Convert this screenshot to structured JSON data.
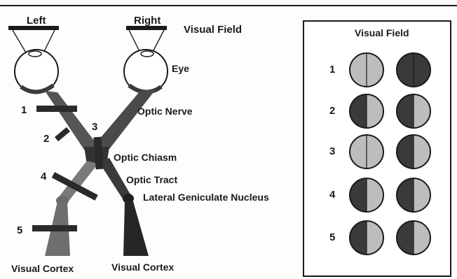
{
  "labels": {
    "left": "Left",
    "right": "Right",
    "visual_field": "Visual Field",
    "eye": "Eye",
    "optic_nerve": "Optic Nerve",
    "optic_chiasm": "Optic Chiasm",
    "optic_tract": "Optic Tract",
    "lgn": "Lateral Geniculate Nucleus",
    "cortex_left": "Visual Cortex",
    "cortex_right": "Visual Cortex"
  },
  "lesions": [
    {
      "number": "1"
    },
    {
      "number": "2"
    },
    {
      "number": "3"
    },
    {
      "number": "4"
    },
    {
      "number": "5"
    }
  ],
  "panel": {
    "title": "Visual Field",
    "rows": [
      {
        "number": "1",
        "left_eye": {
          "left": "light",
          "right": "light"
        },
        "right_eye": {
          "left": "dark",
          "right": "dark"
        }
      },
      {
        "number": "2",
        "left_eye": {
          "left": "dark",
          "right": "light"
        },
        "right_eye": {
          "left": "dark",
          "right": "light"
        }
      },
      {
        "number": "3",
        "left_eye": {
          "left": "light",
          "right": "light"
        },
        "right_eye": {
          "left": "dark",
          "right": "light"
        }
      },
      {
        "number": "4",
        "left_eye": {
          "left": "dark",
          "right": "light"
        },
        "right_eye": {
          "left": "dark",
          "right": "light"
        }
      },
      {
        "number": "5",
        "left_eye": {
          "left": "dark",
          "right": "light"
        },
        "right_eye": {
          "left": "dark",
          "right": "light"
        }
      }
    ]
  },
  "colors": {
    "ink": "#1a1a1a",
    "dark_field": "#3a3a3a",
    "light_field": "#bdbdbd",
    "pathway": "#5a5a5a"
  }
}
